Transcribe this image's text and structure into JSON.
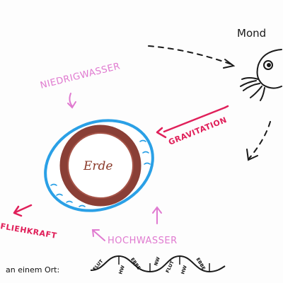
{
  "labels": {
    "moon": "Mond",
    "earth": "Erde",
    "low_tide": "NIEDRIGWASSER",
    "high_tide": "HOCHWASSER",
    "gravity": "GRAVITATION",
    "centrifugal": "FLIEHKRAFT",
    "location": "an einem Ort:"
  },
  "tide_curve_labels": [
    "FLUT",
    "HW",
    "EBBE",
    "NW",
    "FLUT",
    "HW",
    "EBBE"
  ],
  "colors": {
    "ink": "#1a1a1a",
    "earth_ring": "#8a3f36",
    "water": "#2aa0e6",
    "pink": "#e07ad0",
    "red": "#e0205a"
  }
}
